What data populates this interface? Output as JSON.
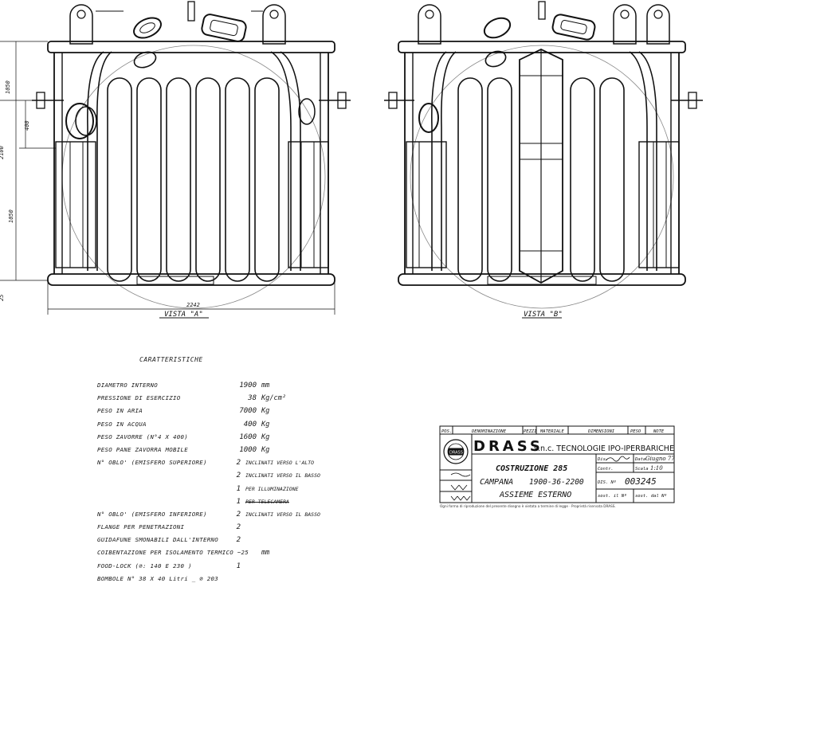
{
  "views": {
    "view_a_label": "VISTA \"A\"",
    "view_b_label": "VISTA \"B\"",
    "dim_width": "2242",
    "dim_top": "1050",
    "dim_port": "400",
    "dim_total": "2100",
    "dim_body": "1050",
    "dim_base": "25"
  },
  "specs": {
    "title": "CARATTERISTICHE",
    "rows": [
      {
        "k": "DIAMETRO INTERNO",
        "v": "1900",
        "u": "mm"
      },
      {
        "k": "PRESSIONE DI ESERCIZIO",
        "v": "38",
        "u": "Kg/cm²"
      },
      {
        "k": "PESO IN ARIA",
        "v": "7000",
        "u": "Kg"
      },
      {
        "k": "PESO IN ACQUA",
        "v": "400",
        "u": "Kg"
      },
      {
        "k": "PESO ZAVORRE (N°4 X 400)",
        "v": "1600",
        "u": "Kg"
      },
      {
        "k": "PESO PANE ZAVORRA MOBILE",
        "v": "1000",
        "u": "Kg"
      },
      {
        "k": "N° OBLO' (EMISFERO SUPERIORE)",
        "v": "2",
        "u": "INCLINATI VERSO L'ALTO"
      },
      {
        "k": "",
        "v": "2",
        "u": "INCLINATI VERSO IL BASSO"
      },
      {
        "k": "",
        "v": "1",
        "u": "PER ILLUMINAZIONE"
      },
      {
        "k": "",
        "v": "1",
        "u": "PER TELECAMERA"
      },
      {
        "k": "N° OBLO' (EMISFERO INFERIORE)",
        "v": "2",
        "u": "INCLINATI VERSO IL BASSO"
      },
      {
        "k": "FLANGE PER PENETRAZIONI",
        "v": "2",
        "u": ""
      },
      {
        "k": "GUIDAFUNE SMONABILI DALL'INTERNO",
        "v": "2",
        "u": ""
      },
      {
        "k": "COIBENTAZIONE PER ISOLAMENTO TERMICO ~25",
        "v": "",
        "u": "mm"
      },
      {
        "k": "FOOD-LOCK (⌀: 140 E 230 )",
        "v": "1",
        "u": ""
      },
      {
        "k": "BOMBOLE N° 38 X 40 Litri _ ⌀ 203",
        "v": "",
        "u": ""
      }
    ]
  },
  "title_block": {
    "headers": [
      "POS.",
      "DENOMINAZIONE",
      "PEZZI",
      "MATERIALE",
      "DIMENSIONI",
      "PESO",
      "NOTE"
    ],
    "company": "DRASS",
    "company_sub": "s.n.c. TECNOLOGIE IPO-IPERBARICHE",
    "logo_text": "DRASS",
    "logo_ring": "TECNOLOGIE IPERBARICHE",
    "construction": "COSTRUZIONE 285",
    "part": "CAMPANA",
    "part_code": "1900-36-2200",
    "assembly": "ASSIEME ESTERNO",
    "dis_label": "DIS. Nº",
    "dis_no": "003245",
    "dis_by_label": "Dis.",
    "date_label": "Data",
    "date_value": "Giugno 77",
    "contr_label": "Contr.",
    "scale_label": "Scala",
    "scale_value": "1:10",
    "sost_label": "sost. il Nº",
    "sost_by_label": "sost. dal Nº",
    "footer": "Ogni forma di riproduzione del presente disegno è vietata a termine di legge · Proprietà riservata DRASS."
  }
}
